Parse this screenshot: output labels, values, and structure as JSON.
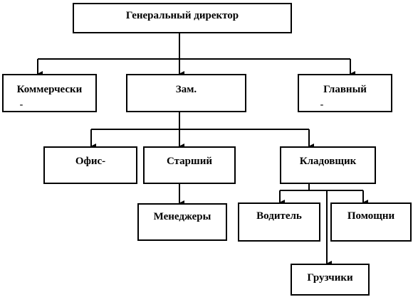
{
  "org_chart": {
    "general_director": "Генеральный директор",
    "commercial": "Коммерчески",
    "commercial_mark": "-",
    "deputy": "Зам.",
    "chief": "Главный",
    "chief_mark": "-",
    "office": "Офис-",
    "senior": "Старший",
    "storekeeper": "Кладовщик",
    "managers": "Менеджеры",
    "driver": "Водитель",
    "assistant": "Помощни",
    "loaders": "Грузчики"
  }
}
